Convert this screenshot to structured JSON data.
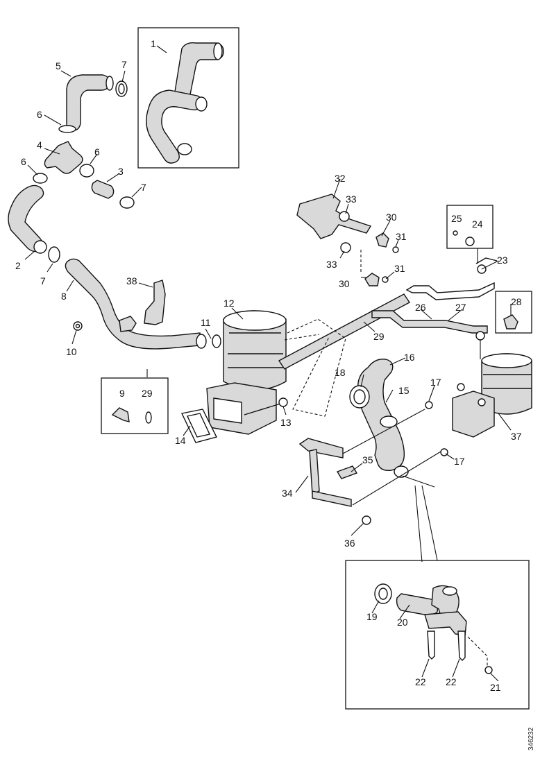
{
  "diagram": {
    "image_id": "346232",
    "callouts": {
      "c1": "1",
      "c2": "2",
      "c3": "3",
      "c4": "4",
      "c5": "5",
      "c6a": "6",
      "c6b": "6",
      "c6c": "6",
      "c7a": "7",
      "c7b": "7",
      "c7c": "7",
      "c8": "8",
      "c9": "9",
      "c10": "10",
      "c11": "11",
      "c12": "12",
      "c13": "13",
      "c14": "14",
      "c15": "15",
      "c16": "16",
      "c17a": "17",
      "c17b": "17",
      "c18": "18",
      "c19": "19",
      "c20": "20",
      "c21": "21",
      "c22a": "22",
      "c22b": "22",
      "c23": "23",
      "c24": "24",
      "c25": "25",
      "c26": "26",
      "c27": "27",
      "c28": "28",
      "c29a": "29",
      "c29b": "29",
      "c30a": "30",
      "c30b": "30",
      "c31a": "31",
      "c31b": "31",
      "c32": "32",
      "c33a": "33",
      "c33b": "33",
      "c34": "34",
      "c35": "35",
      "c36": "36",
      "c37": "37",
      "c38": "38"
    }
  }
}
